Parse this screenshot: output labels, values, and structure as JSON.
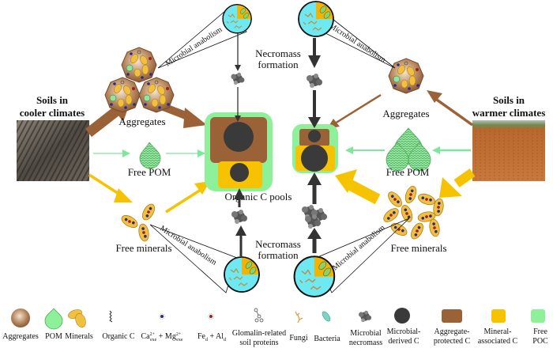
{
  "diagram": {
    "left_source": {
      "line1": "Soils in",
      "line2": "cooler climates"
    },
    "right_source": {
      "line1": "Soils in",
      "line2": "warmer climates"
    },
    "labels": {
      "aggregates_left": "Aggregates",
      "aggregates_right": "Aggregates",
      "free_pom_left": "Free POM",
      "free_pom_right": "Free POM",
      "free_minerals_left": "Free minerals",
      "free_minerals_right": "Free minerals",
      "organic_c_pools": "Organic C pools",
      "necromass_top_1": "Necromass",
      "necromass_top_2": "formation",
      "necromass_bottom_1": "Necromass",
      "necromass_bottom_2": "formation",
      "microbial_anabolism": "Microbial anabolism"
    },
    "colors": {
      "aggregate_brown": "#9a6236",
      "mineral_yellow": "#f7c300",
      "free_poc_green": "#8ff09a",
      "microbial_c_dark": "#3a3a3a",
      "pom_arrow_green": "#7ee89a",
      "microbe_circle_cyan": "#6ee9f2",
      "microbe_circle_orange": "#f4b300"
    }
  },
  "legend": {
    "items": [
      {
        "icon": "aggregate-sphere-icon",
        "label": "Aggregates"
      },
      {
        "icon": "pom-droplet-icon",
        "label": "POM"
      },
      {
        "icon": "minerals-icon",
        "label": "Minerals"
      },
      {
        "icon": "organic-c-squiggle-icon",
        "label": "Organic C"
      },
      {
        "icon": "ca-mg-dot-icon",
        "label_main1": "Ca",
        "sup1": "2+",
        "sub1": "exe",
        "mid": " + Mg",
        "sup2": "2+",
        "sub2": "exe"
      },
      {
        "icon": "fe-al-dot-icon",
        "label_main1": "Fe",
        "sub1": "d",
        "mid": " + Al",
        "sub2": "d"
      },
      {
        "icon": "glomalin-icon",
        "label_line1": "Glomalin-related",
        "label_line2": "soil proteins"
      },
      {
        "icon": "fungi-icon",
        "label": "Fungi"
      },
      {
        "icon": "bacteria-icon",
        "label": "Bacteria"
      },
      {
        "icon": "microbial-necromass-icon",
        "label_line1": "Microbial",
        "label_line2": "necromass"
      },
      {
        "icon": "microbial-derived-c-icon",
        "label_line1": "Microbial-",
        "label_line2": "derived C"
      },
      {
        "icon": "aggregate-protected-c-icon",
        "label_line1": "Aggregate-",
        "label_line2": "protected C"
      },
      {
        "icon": "mineral-associated-c-icon",
        "label_line1": "Mineral-",
        "label_line2": "associated C"
      },
      {
        "icon": "free-poc-icon",
        "label_line1": "Free",
        "label_line2": "POC"
      }
    ]
  }
}
